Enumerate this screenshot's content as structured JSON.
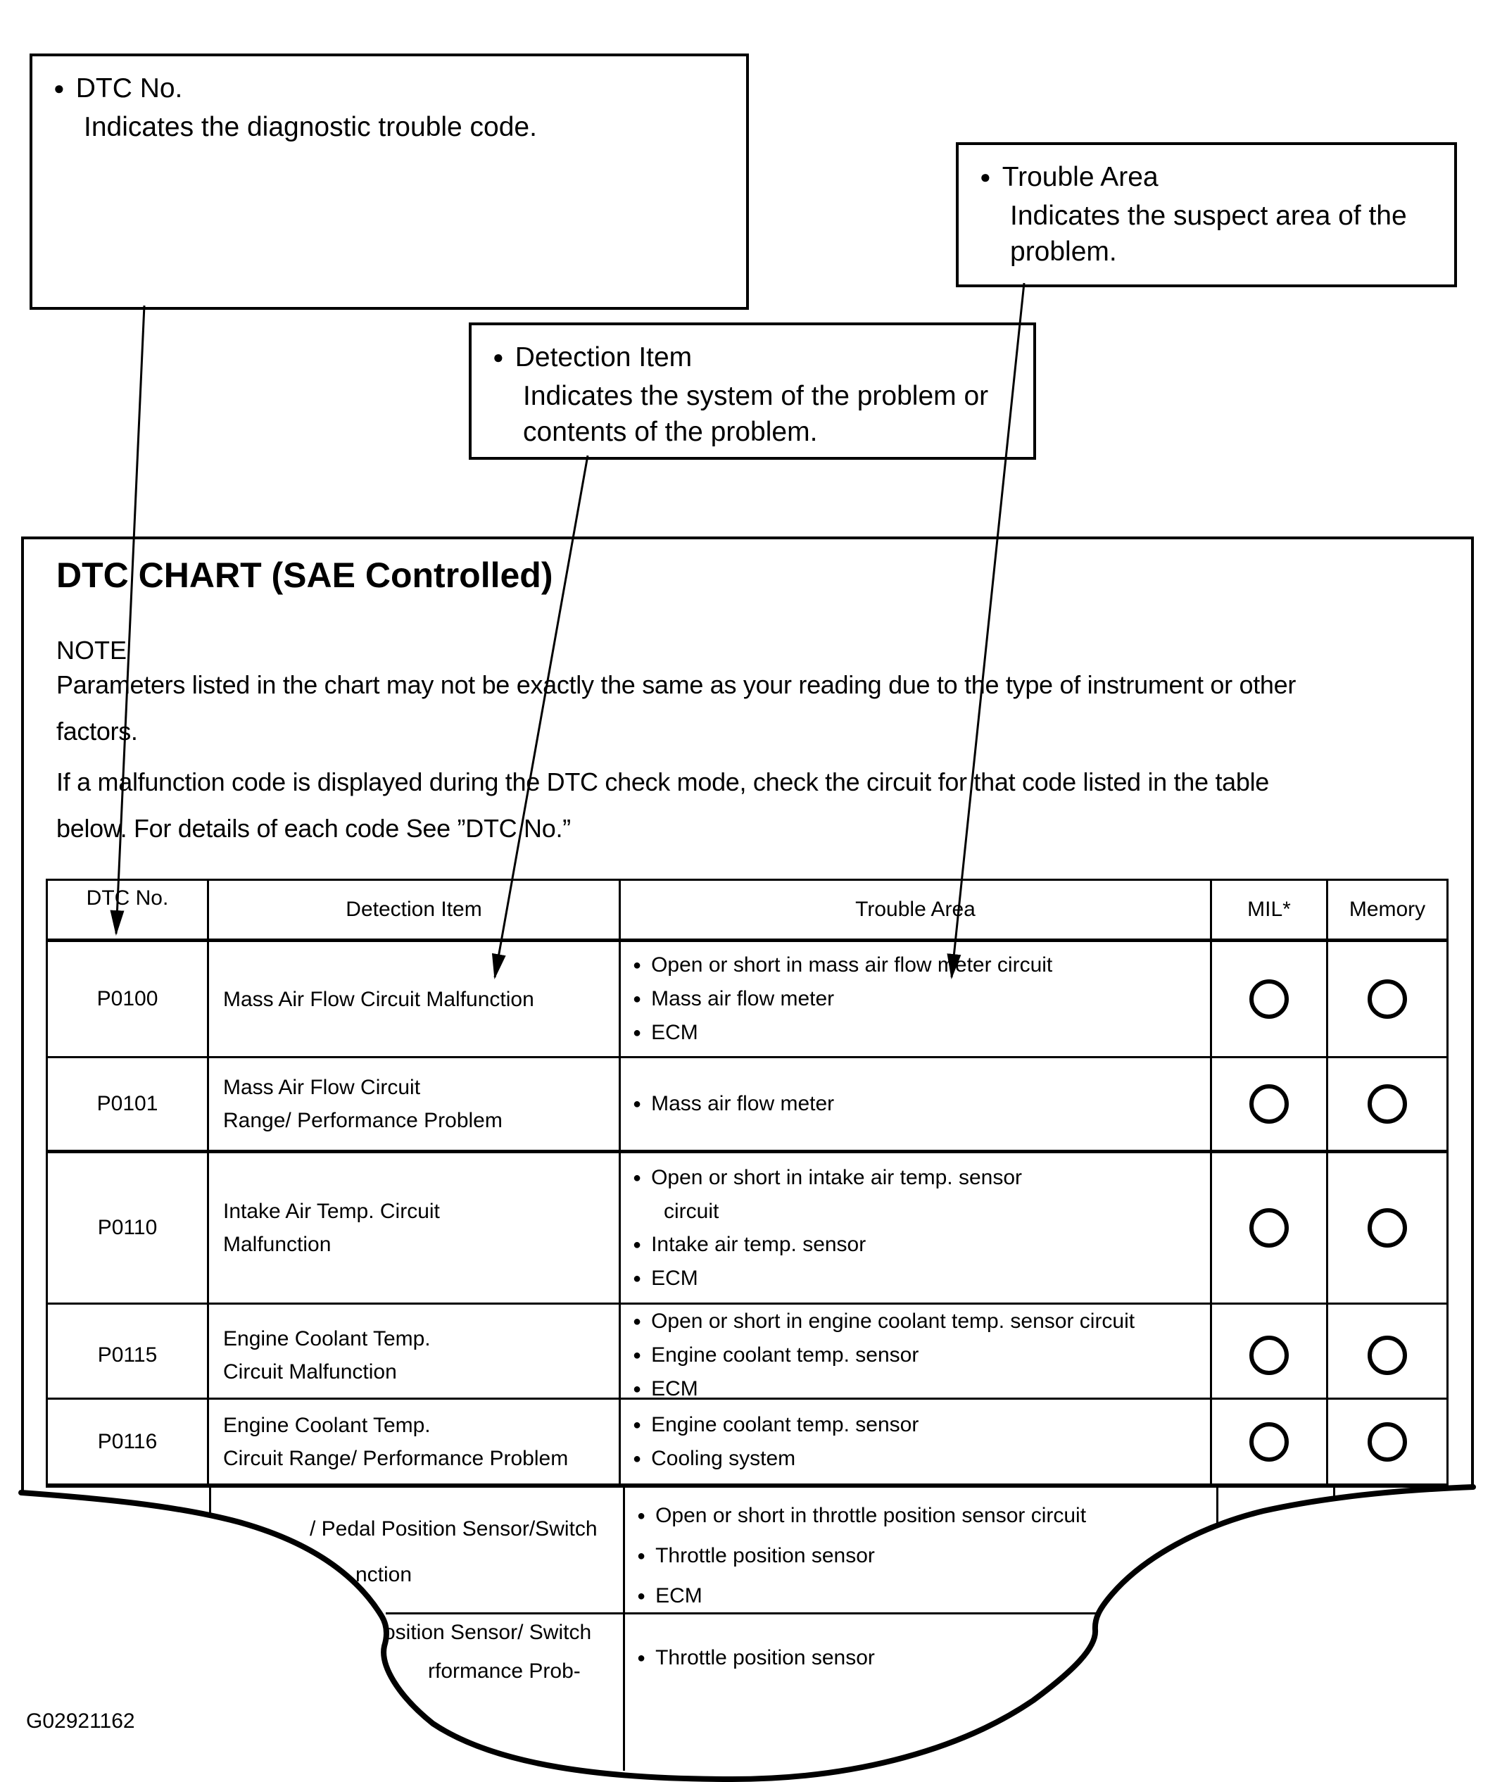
{
  "callouts": {
    "dtc_no": {
      "bullet": "●",
      "title": "DTC No.",
      "lines": [
        "Indicates the diagnostic trouble code."
      ]
    },
    "detection_item": {
      "bullet": "●",
      "title": "Detection Item",
      "lines": [
        "Indicates the system of the problem or",
        "contents of the problem."
      ]
    },
    "trouble_area": {
      "bullet": "●",
      "title": "Trouble Area",
      "lines": [
        "Indicates the suspect area of the",
        "problem."
      ]
    }
  },
  "section": {
    "title": "DTC CHART (SAE Controlled)",
    "note_label": "NOTE",
    "note_lines": [
      "Parameters listed in the chart may not be exactly the same as your reading due to the type of instrument or other",
      "factors."
    ],
    "instruction_lines": [
      "If a malfunction code is displayed during the DTC check mode, check the circuit for that code listed in the table",
      "below. For details of each code See  ”DTC No.”"
    ]
  },
  "table": {
    "headers": [
      "DTC No.",
      "Detection Item",
      "Trouble Area",
      "MIL*",
      "Memory"
    ],
    "rows": [
      {
        "code": "P0100",
        "detection_lines": [
          "Mass Air Flow Circuit Malfunction"
        ],
        "trouble_lines": [
          {
            "text": "Open or short in mass air flow meter circuit",
            "bullet": true
          },
          {
            "text": "Mass air flow meter",
            "bullet": true
          },
          {
            "text": "ECM",
            "bullet": true
          }
        ],
        "mil": true,
        "memory": true
      },
      {
        "code": "P0101",
        "detection_lines": [
          "Mass Air Flow Circuit",
          "Range/ Performance Problem"
        ],
        "trouble_lines": [
          {
            "text": "Mass air flow meter",
            "bullet": true
          }
        ],
        "mil": true,
        "memory": true
      },
      {
        "code": "P0110",
        "detection_lines": [
          "Intake Air Temp. Circuit",
          "Malfunction"
        ],
        "trouble_lines": [
          {
            "text": "Open or short in intake air temp. sensor",
            "bullet": true
          },
          {
            "text": "circuit",
            "bullet": false
          },
          {
            "text": "Intake air temp. sensor",
            "bullet": true
          },
          {
            "text": "ECM",
            "bullet": true
          }
        ],
        "mil": true,
        "memory": true
      },
      {
        "code": "P0115",
        "detection_lines": [
          "Engine Coolant Temp.",
          "Circuit Malfunction"
        ],
        "trouble_lines": [
          {
            "text": "Open or short in engine coolant temp. sensor circuit",
            "bullet": true
          },
          {
            "text": "Engine coolant temp. sensor",
            "bullet": true
          },
          {
            "text": "ECM",
            "bullet": true
          }
        ],
        "mil": true,
        "memory": true
      },
      {
        "code": "P0116",
        "detection_lines": [
          "Engine Coolant Temp.",
          "Circuit Range/ Performance Problem"
        ],
        "trouble_lines": [
          {
            "text": "Engine coolant temp. sensor",
            "bullet": true
          },
          {
            "text": "Cooling system",
            "bullet": true
          }
        ],
        "mil": true,
        "memory": true
      }
    ],
    "partial_rows": [
      {
        "detection_lines": [
          "/ Pedal Position Sensor/Switch",
          "nction"
        ],
        "trouble_lines": [
          "Open or short in throttle position sensor circuit",
          "Throttle position sensor",
          "ECM"
        ]
      },
      {
        "detection_lines": [
          "osition Sensor/ Switch",
          "rformance Prob-"
        ],
        "trouble_lines": [
          "Throttle position sensor"
        ]
      }
    ]
  },
  "figure_id": "G02921162"
}
